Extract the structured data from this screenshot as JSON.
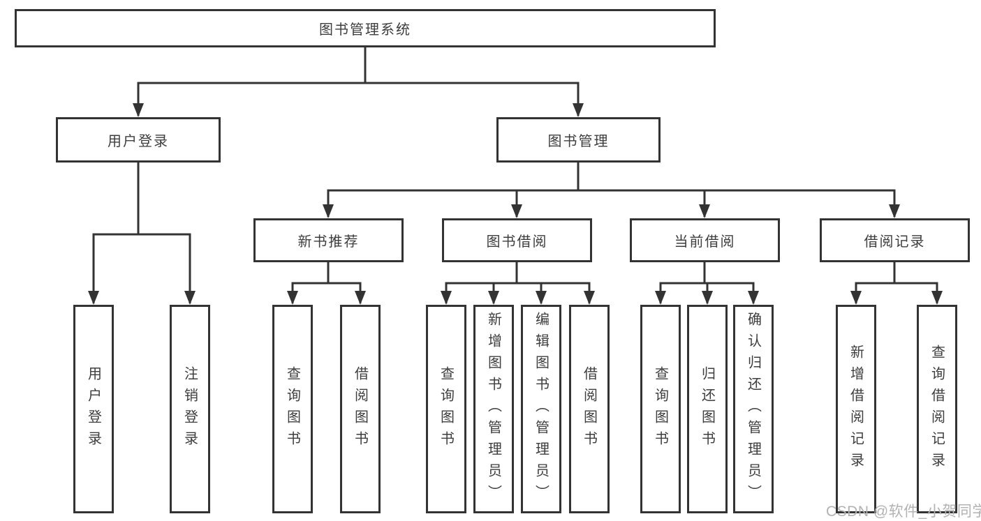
{
  "tree": {
    "label": "图书管理系统",
    "children": [
      {
        "label": "用户登录",
        "children": [
          {
            "label": "用户登录"
          },
          {
            "label": "注销登录"
          }
        ]
      },
      {
        "label": "图书管理",
        "children": [
          {
            "label": "新书推荐",
            "children": [
              {
                "label": "查询图书"
              },
              {
                "label": "借阅图书"
              }
            ]
          },
          {
            "label": "图书借阅",
            "children": [
              {
                "label": "查询图书"
              },
              {
                "label": "新增图书（管理员）"
              },
              {
                "label": "编辑图书（管理员）"
              },
              {
                "label": "借阅图书"
              }
            ]
          },
          {
            "label": "当前借阅",
            "children": [
              {
                "label": "查询图书"
              },
              {
                "label": "归还图书"
              },
              {
                "label": "确认归还（管理员）"
              }
            ]
          },
          {
            "label": "借阅记录",
            "children": [
              {
                "label": "新增借阅记录"
              },
              {
                "label": "查询借阅记录"
              }
            ]
          }
        ]
      }
    ]
  },
  "watermark": {
    "text": "CSDN @软件_小贺同学"
  },
  "colors": {
    "line": "#333333",
    "text": "#3d3d3d",
    "watermark": "#b2b2b2",
    "background": "#ffffff"
  }
}
